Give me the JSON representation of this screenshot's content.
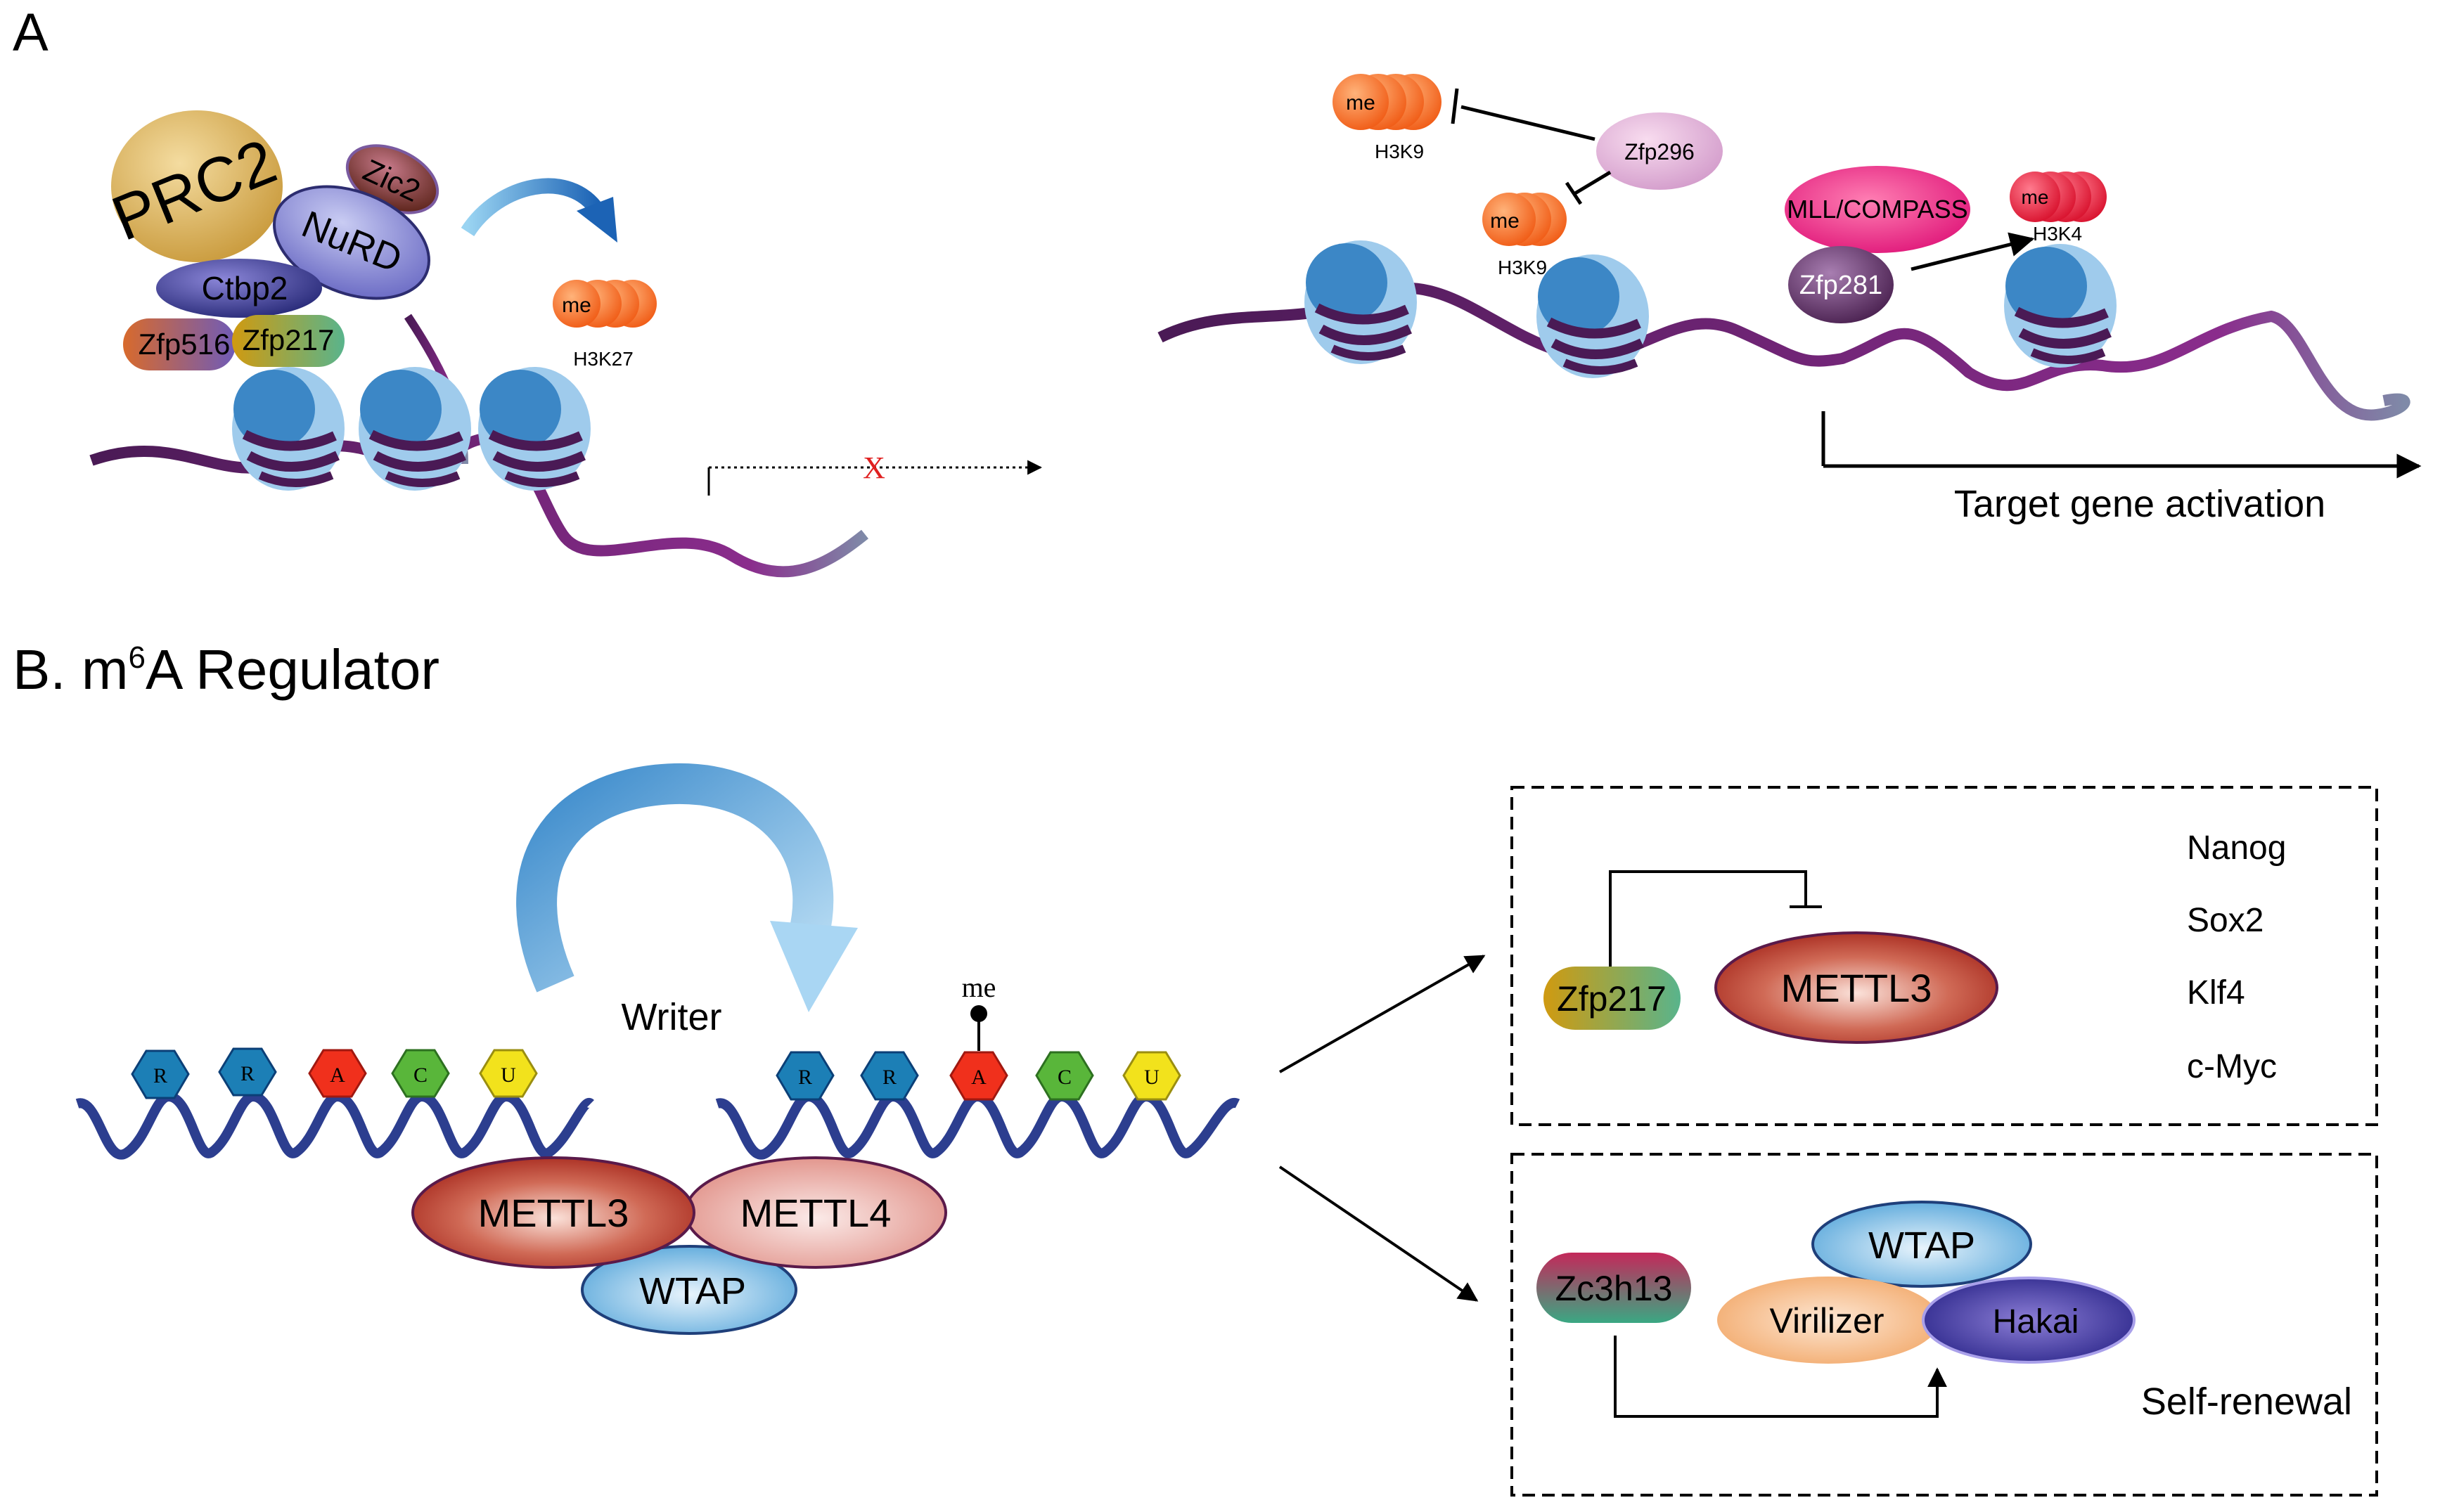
{
  "panel_a": {
    "label": "A",
    "left": {
      "prc2": "PRC2",
      "nurd": "NuRD",
      "zic2": "Zic2",
      "ctbp2": "Ctbp2",
      "zfp516": "Zfp516",
      "zfp217": "Zfp217",
      "me": "me",
      "h3k27": "H3K27",
      "blocked_mark": "X"
    },
    "right": {
      "me": "me",
      "h3k9_top": "H3K9",
      "h3k9_mid": "H3K9",
      "zfp296": "Zfp296",
      "mll_compass": "MLL/COMPASS",
      "zfp281": "Zfp281",
      "h3k4": "H3K4",
      "target_gene_activation": "Target gene activation"
    }
  },
  "panel_b": {
    "label_prefix": "B. m",
    "label_sup": "6",
    "label_suffix": "A Regulator",
    "writer": "Writer",
    "me": "me",
    "bases": [
      "R",
      "R",
      "A",
      "C",
      "U"
    ],
    "complex": {
      "mettl3": "METTL3",
      "mettl4": "METTL4",
      "wtap": "WTAP"
    },
    "box1": {
      "zfp217": "Zfp217",
      "mettl3": "METTL3",
      "genes": [
        "Nanog",
        "Sox2",
        "Klf4",
        "c-Myc"
      ]
    },
    "box2": {
      "zc3h13": "Zc3h13",
      "wtap": "WTAP",
      "virilizer": "Virilizer",
      "hakai": "Hakai",
      "self_renewal": "Self-renewal"
    }
  },
  "colors": {
    "dna": "#5b1f5f",
    "nucleosome": "#3a86c4",
    "methyl": "#ff7a2a",
    "rna": "#2c3e8f",
    "mettl3": "#b83a2a",
    "mettl4": "#e7a49a",
    "wtap": "#6fb1dd",
    "hakai": "#3a3390",
    "virilizer": "#f4b98a"
  }
}
